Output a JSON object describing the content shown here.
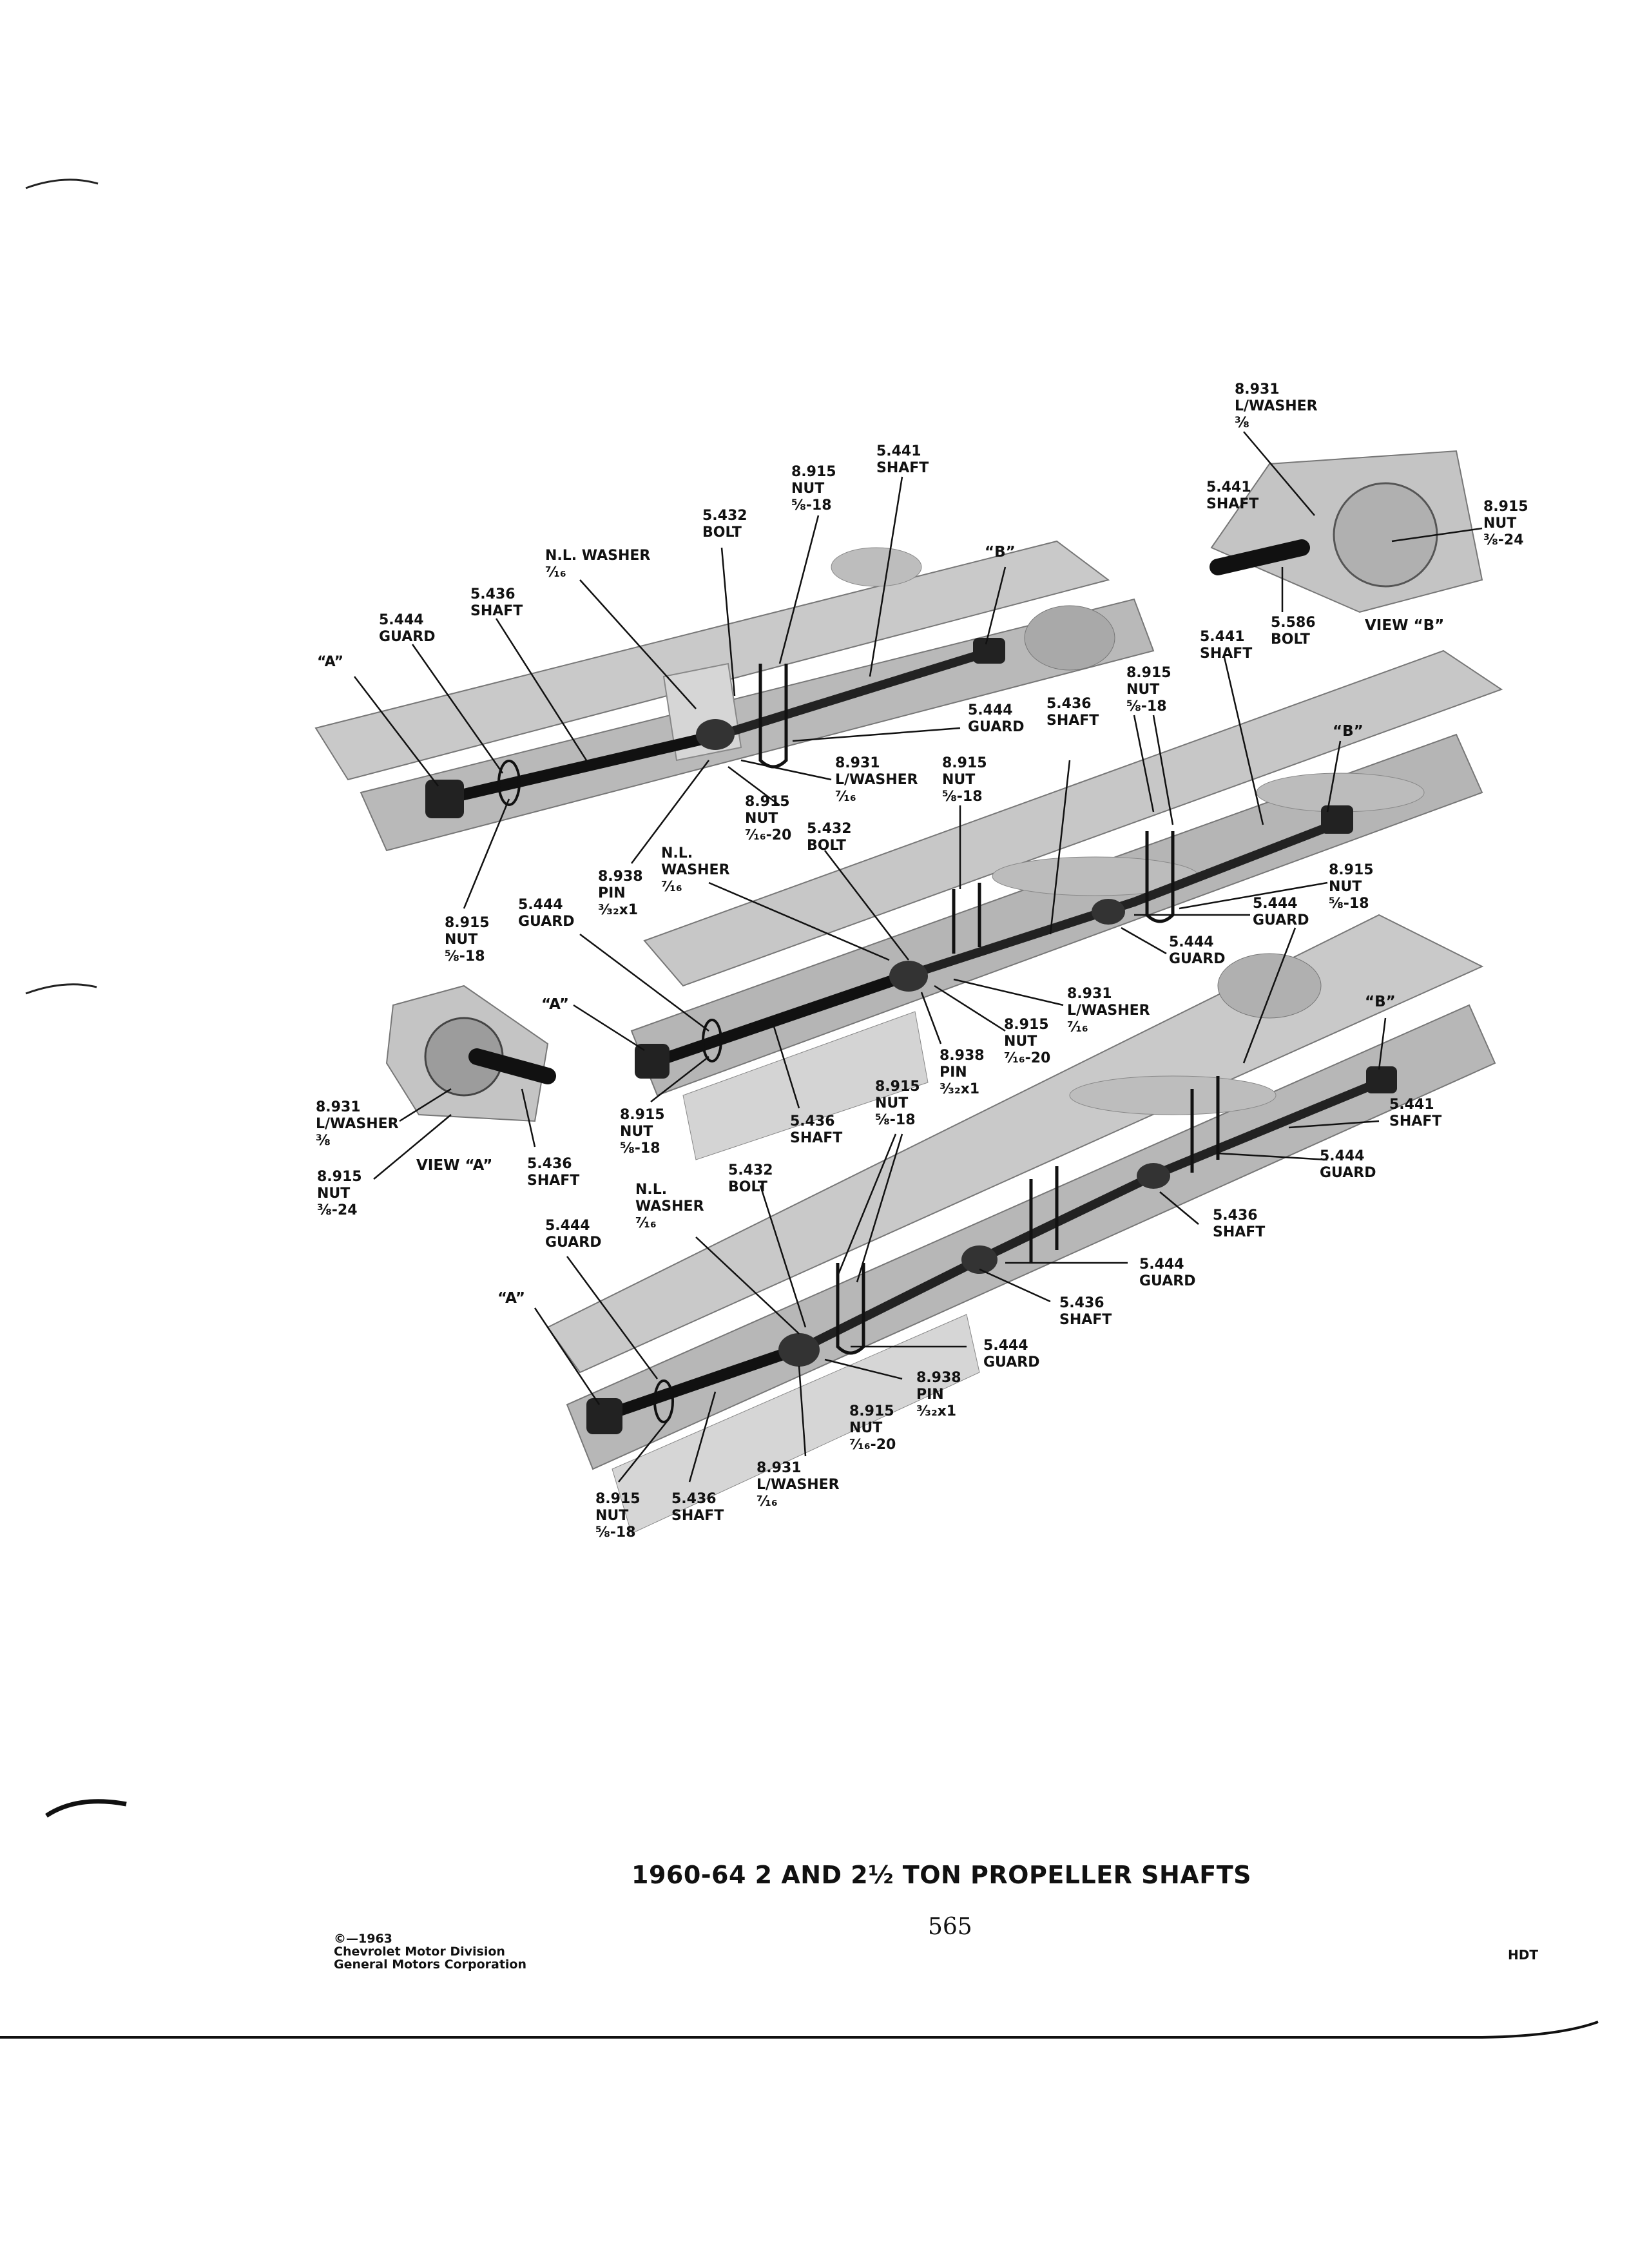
{
  "title": "1960-64 2 AND 2½ TON PROPELLER SHAFTS",
  "page_number": "565",
  "copyright": [
    "©—1963",
    "Chevrolet Motor Division",
    "General Motors Corporation"
  ],
  "doc_code": "HDT",
  "view_b_labels": {
    "lwasher": "8.931\nL/WASHER\n⅜",
    "shaft": "5.441\nSHAFT",
    "nut": "8.915\nNUT\n⅜-24",
    "bolt": "5.586\nBOLT",
    "title": "VIEW “B”"
  },
  "view_a_labels": {
    "lwasher": "8.931\nL/WASHER\n⅜",
    "nut": "8.915\nNUT\n⅜-24",
    "title": "VIEW “A”",
    "shaft": "5.436\nSHAFT"
  },
  "assembly1": {
    "a": "“A”",
    "guard": "5.444\nGUARD",
    "shaft436": "5.436\nSHAFT",
    "nlwasher": "N.L. WASHER\n⁷⁄₁₆",
    "bolt": "5.432\nBOLT",
    "nut_top": "8.915\nNUT\n⅝-18",
    "shaft441": "5.441\nSHAFT",
    "b": "“B”",
    "guard2": "5.444\nGUARD",
    "lwasher": "8.931\nL/WASHER\n⁷⁄₁₆",
    "nut_mid": "8.915\nNUT\n⁷⁄₁₆-20",
    "pin": "8.938\nPIN\n³⁄₃₂x1",
    "nut_low": "8.915\nNUT\n⅝-18"
  },
  "assembly2": {
    "shaft441": "5.441\nSHAFT",
    "nut_top": "8.915\nNUT\n⅝-18",
    "shaft436_top": "5.436\nSHAFT",
    "b": "“B”",
    "nut_a": "8.915\nNUT\n⅝-18",
    "nlwasher": "N.L.\nWASHER\n⁷⁄₁₆",
    "bolt": "5.432\nBOLT",
    "guard_left": "5.444\nGUARD",
    "a": "“A”",
    "nut_right": "8.915\nNUT\n⅝-18",
    "guard_r1": "5.444\nGUARD",
    "guard_r2": "5.444\nGUARD",
    "lwasher": "8.931\nL/WASHER\n⁷⁄₁₆",
    "nut_mid": "8.915\nNUT\n⁷⁄₁₆-20",
    "pin": "8.938\nPIN\n³⁄₃₂x1",
    "nut_low": "8.915\nNUT\n⅝-18",
    "shaft436_low": "5.436\nSHAFT"
  },
  "assembly3": {
    "nut_top": "8.915\nNUT\n⅝-18",
    "bolt": "5.432\nBOLT",
    "nlwasher": "N.L.\nWASHER\n⁷⁄₁₆",
    "guard_left": "5.444\nGUARD",
    "a": "“A”",
    "b": "“B”",
    "shaft441": "5.441\nSHAFT",
    "guard_r1": "5.444\nGUARD",
    "shaft436_r": "5.436\nSHAFT",
    "guard_r2": "5.444\nGUARD",
    "shaft436_m": "5.436\nSHAFT",
    "guard_m": "5.444\nGUARD",
    "pin": "8.938\nPIN\n³⁄₃₂x1",
    "nut_mid": "8.915\nNUT\n⁷⁄₁₆-20",
    "lwasher": "8.931\nL/WASHER\n⁷⁄₁₆",
    "nut_low": "8.915\nNUT\n⅝-18",
    "shaft436_low": "5.436\nSHAFT"
  }
}
